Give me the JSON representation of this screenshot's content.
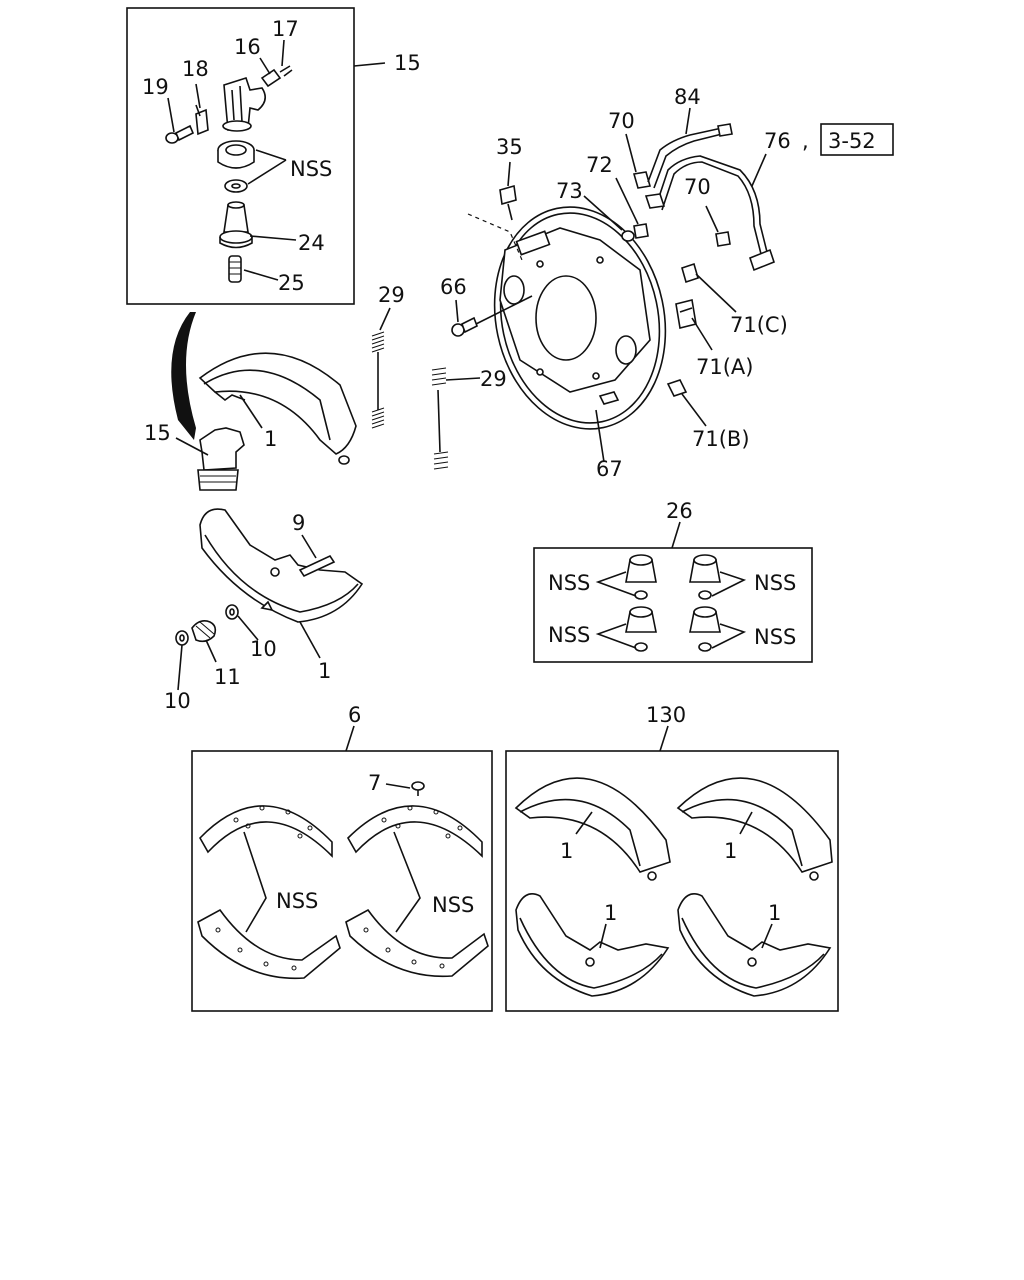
{
  "labels": {
    "l15_top": "15",
    "l17": "17",
    "l16": "16",
    "l18": "18",
    "l19": "19",
    "nss_a": "NSS",
    "l24": "24",
    "l25": "25",
    "l15_left": "15",
    "l1_a": "1",
    "l1_b": "1",
    "l9": "9",
    "l10_a": "10",
    "l10_b": "10",
    "l11": "11",
    "l29_a": "29",
    "l29_b": "29",
    "l35": "35",
    "l66": "66",
    "l67": "67",
    "l70_a": "70",
    "l70_b": "70",
    "l72": "72",
    "l73": "73",
    "l84": "84",
    "l76": "76",
    "ref_comma": ",",
    "ref_box": "3-52",
    "l71c": "71(C)",
    "l71a": "71(A)",
    "l71b": "71(B)",
    "l26": "26",
    "nss_26a": "NSS",
    "nss_26b": "NSS",
    "nss_26c": "NSS",
    "nss_26d": "NSS",
    "l6": "6",
    "l7": "7",
    "nss_6a": "NSS",
    "nss_6b": "NSS",
    "l130": "130",
    "l1_c": "1",
    "l1_d": "1",
    "l1_e": "1",
    "l1_f": "1"
  }
}
